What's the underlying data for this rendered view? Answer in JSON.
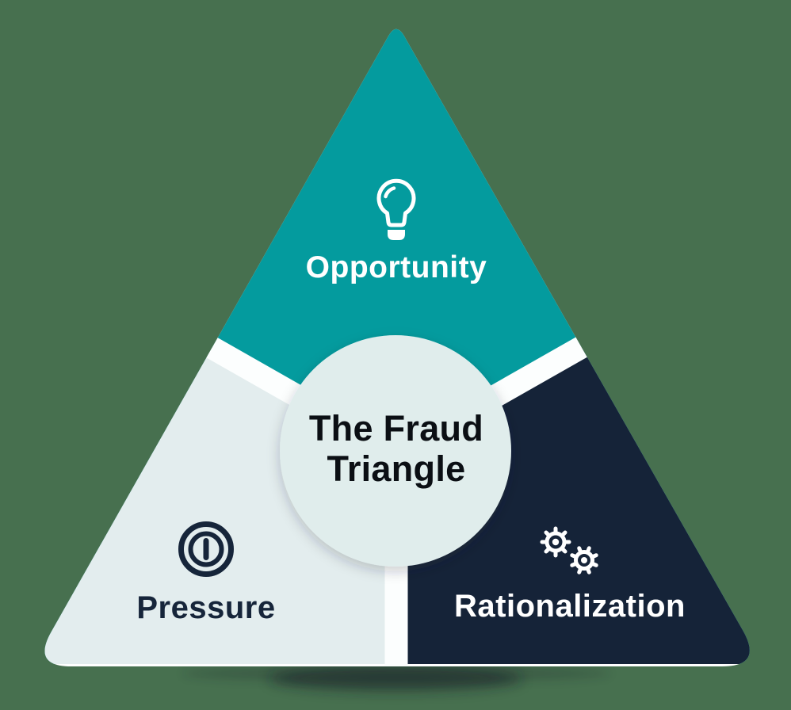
{
  "page": {
    "background_color": "#47704F"
  },
  "diagram": {
    "plate_color": "#FFFFFF",
    "divider_color": "#FCFEFE",
    "shadow_color": "#141D26",
    "center_circle": {
      "color": "#E0EDEC",
      "text_color": "#0B0F14",
      "line1": "The Fraud",
      "line2": "Triangle"
    },
    "sections": {
      "opportunity": {
        "label": "Opportunity",
        "color": "#049B9E",
        "text_color": "#FFFFFF",
        "icon": "lightbulb-icon"
      },
      "pressure": {
        "label": "Pressure",
        "color": "#E3EDEE",
        "text_color": "#16253A",
        "icon": "power-icon"
      },
      "rationalization": {
        "label": "Rationalization",
        "color": "#152338",
        "text_color": "#FFFFFF",
        "icon": "gears-icon"
      }
    }
  }
}
